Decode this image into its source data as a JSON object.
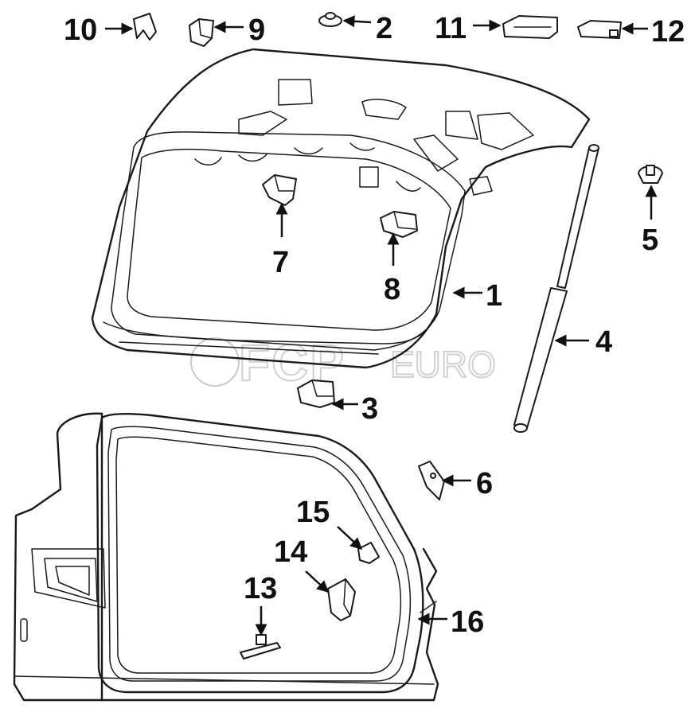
{
  "watermark": {
    "brand": "FCP",
    "suffix": "EURO"
  },
  "callouts": {
    "c1": "1",
    "c2": "2",
    "c3": "3",
    "c4": "4",
    "c5": "5",
    "c6": "6",
    "c7": "7",
    "c8": "8",
    "c9": "9",
    "c10": "10",
    "c11": "11",
    "c12": "12",
    "c13": "13",
    "c14": "14",
    "c15": "15",
    "c16": "16"
  }
}
